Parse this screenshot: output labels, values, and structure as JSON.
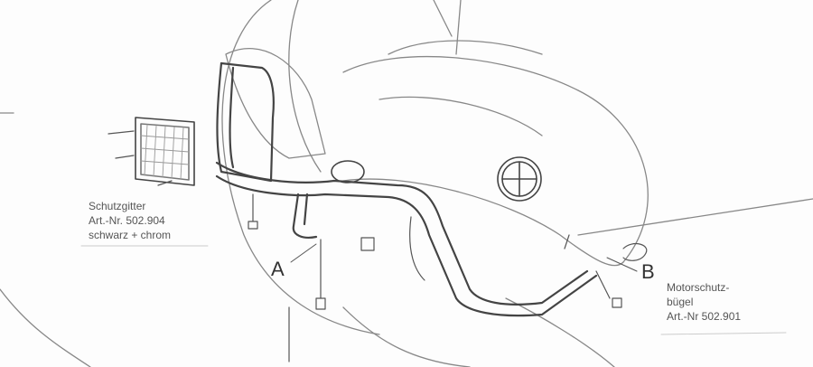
{
  "labels": {
    "grille": {
      "line1": "Schutzgitter",
      "line2": "Art.-Nr. 502.904",
      "line3": "schwarz + chrom"
    },
    "engine_guard": {
      "line1": "Motorschutz-",
      "line2": "bügel",
      "line3": "Art.-Nr 502.901"
    },
    "marker_a": "A",
    "marker_b": "B"
  }
}
